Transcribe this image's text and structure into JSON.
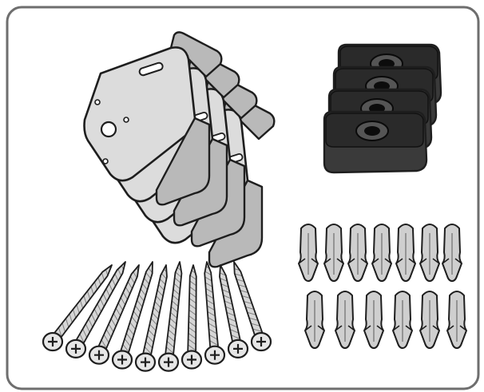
{
  "image": {
    "kind": "hardware-kit-illustration",
    "colors": {
      "frame_stroke": "#6e6e6e",
      "frame_fill": "#ffffff",
      "metal_fill": "#dcdcdc",
      "metal_shade": "#b9b9b9",
      "rubber_fill": "#3a3a3a",
      "rubber_top": "#2a2a2a",
      "plug_fill": "#cfcfcf",
      "outline": "#1e1e1e"
    },
    "items": [
      {
        "name": "metal-angle-bracket",
        "count": 4
      },
      {
        "name": "rubber-spacer-pad",
        "count": 4
      },
      {
        "name": "wall-plug",
        "count": 13
      },
      {
        "name": "wood-screw",
        "count": 10
      }
    ]
  }
}
